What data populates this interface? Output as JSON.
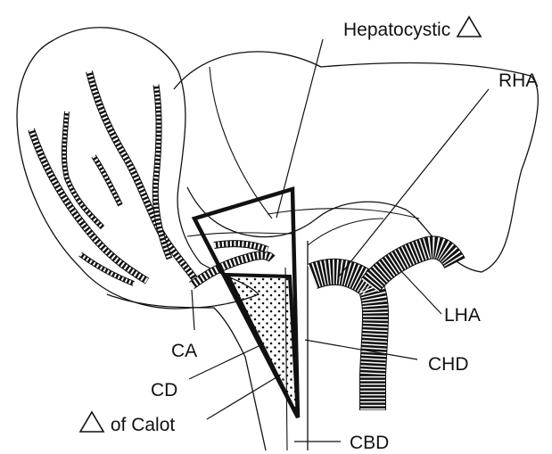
{
  "labels": {
    "hepatocystic": "Hepatocystic",
    "rha": "RHA",
    "lha": "LHA",
    "chd": "CHD",
    "ca": "CA",
    "cd": "CD",
    "calot": "of Calot",
    "cbd": "CBD"
  },
  "colors": {
    "ink": "#111111",
    "background": "#ffffff"
  }
}
